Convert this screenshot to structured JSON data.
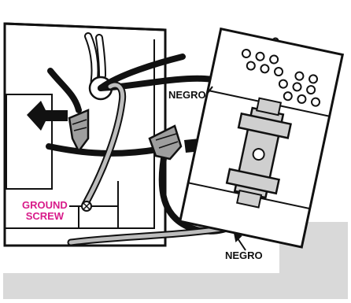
{
  "labels": {
    "ground_line1": "GROUND",
    "ground_line2": "SCREW",
    "wire_label_upper": "NEGRO",
    "wire_label_lower": "NEGRO"
  },
  "colors": {
    "ground_label": "#d81b8a",
    "background_panel": "#d9d9d9",
    "wire": "#111111",
    "ground_wire": "#bdbdbd"
  }
}
